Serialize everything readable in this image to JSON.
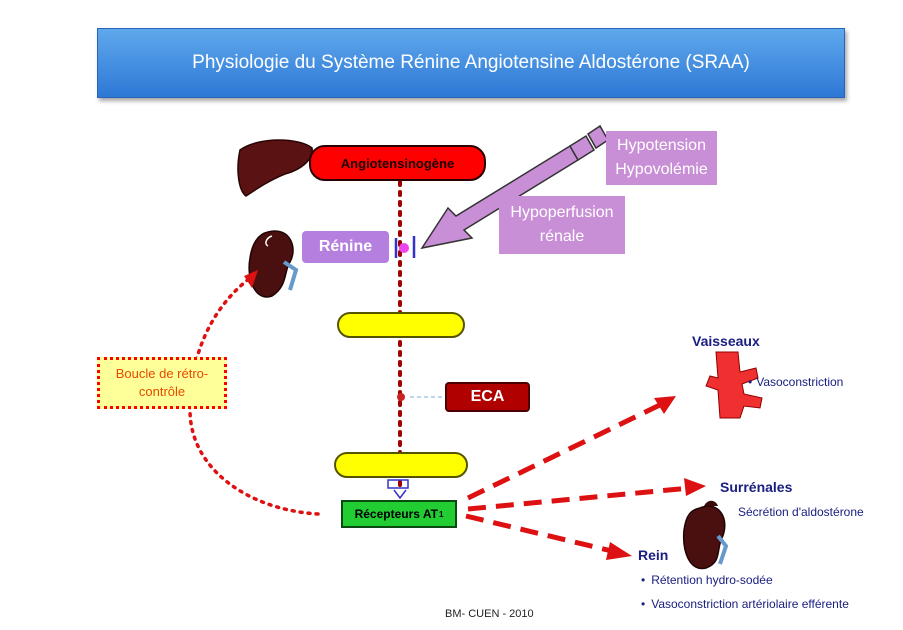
{
  "title": "Physiologie du Système Rénine Angiotensine Aldostérone (SRAA)",
  "nodes": {
    "angiotensinogene": "Angiotensinogène",
    "renine": "Rénine",
    "eca": "ECA",
    "recepteurs_main": "Récepteurs AT",
    "recepteurs_sub": "1"
  },
  "stimuli": {
    "hypotension_line1": "Hypotension",
    "hypotension_line2": "Hypovolémie",
    "hypoperfusion_line1": "Hypoperfusion",
    "hypoperfusion_line2": "rénale"
  },
  "feedback": {
    "line1": "Boucle de rétro-",
    "line2": "contrôle"
  },
  "effects": {
    "vaisseaux": {
      "title": "Vaisseaux",
      "items": [
        "Vasoconstriction"
      ]
    },
    "surrenales": {
      "title": "Surrénales",
      "text": "Sécrétion d'aldostérone"
    },
    "rein": {
      "title": "Rein",
      "items": [
        "Rétention hydro-sodée",
        "Vasoconstriction artériolaire efférente"
      ]
    }
  },
  "footer": "BM- CUEN - 2010",
  "colors": {
    "title_bar": "#3b8ce0",
    "renine": "#b57fe0",
    "stimulus": "#c88fd6",
    "angiotensinogene": "#ff0000",
    "angiotensin_pills": "#ffff00",
    "eca": "#b00000",
    "receptors": "#22cc33",
    "arrows": "#ff0000",
    "effect_text": "#1a2080"
  },
  "icons": [
    "liver-icon",
    "kidney-icon",
    "blood-vessel-icon",
    "adrenal-kidney-icon",
    "big-arrow-icon"
  ]
}
